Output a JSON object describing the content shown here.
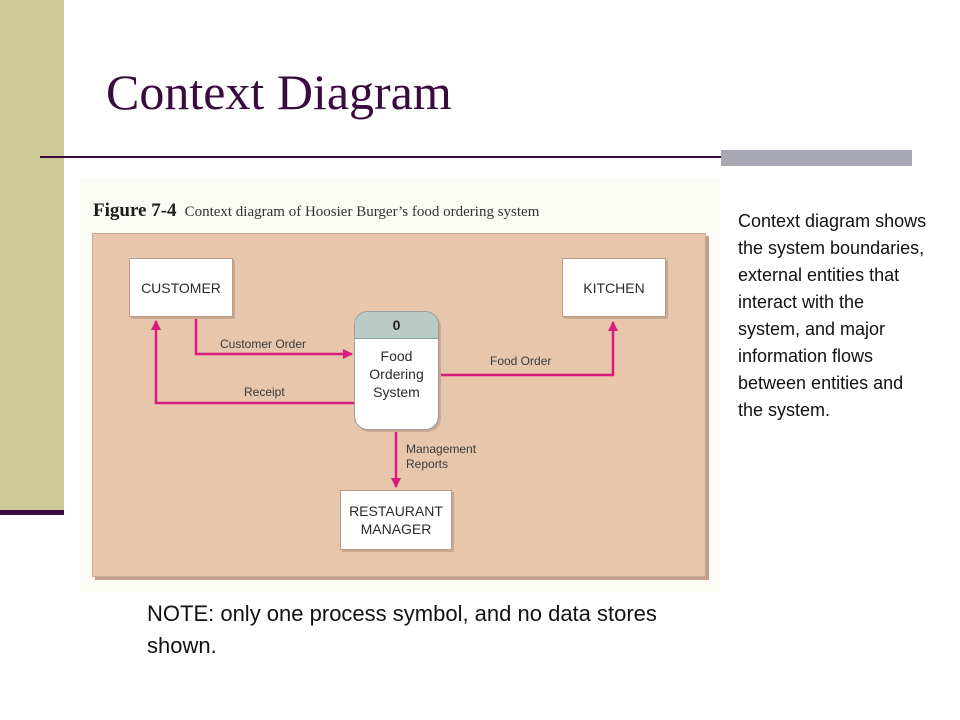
{
  "slide": {
    "title": "Context Diagram",
    "side_note": "Context diagram shows the system boundaries, external entities that interact with the system, and major information flows between entities and the system.",
    "bottom_note": "NOTE: only one process symbol, and no data stores shown."
  },
  "figure": {
    "number": "Figure 7-4",
    "caption": "Context diagram of Hoosier Burger’s food ordering system"
  },
  "diagram": {
    "entities": {
      "customer": "CUSTOMER",
      "kitchen": "KITCHEN",
      "manager_line1": "RESTAURANT",
      "manager_line2": "MANAGER"
    },
    "process": {
      "id": "0",
      "name_line1": "Food",
      "name_line2": "Ordering",
      "name_line3": "System"
    },
    "flows": {
      "customer_order": "Customer Order",
      "receipt": "Receipt",
      "food_order": "Food Order",
      "management_line1": "Management",
      "management_line2": "Reports"
    },
    "flow_color": "#d81b7e"
  },
  "colors": {
    "title": "#3a0b3f",
    "sidebar": "#cdcc99",
    "diagram_bg": "#e7c6ac"
  }
}
